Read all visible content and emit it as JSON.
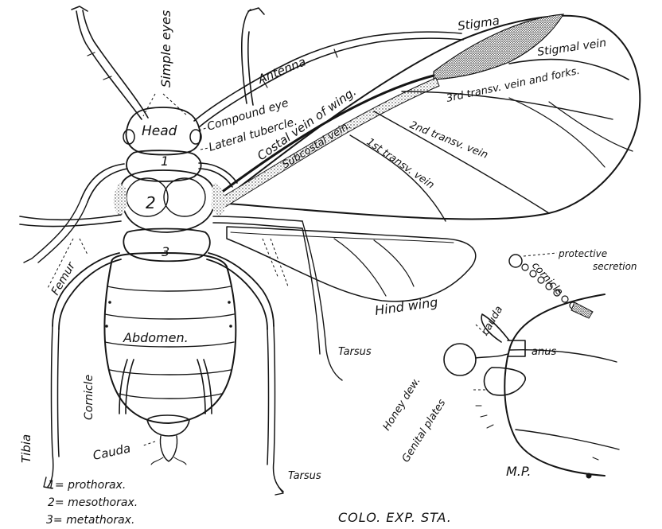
{
  "labels": {
    "simple_eyes": "Simple eyes",
    "antenna": "Antenna",
    "head": "Head",
    "compound_eye": "Compound eye",
    "lateral_tubercle": "Lateral tubercle.",
    "costal_vein": "Costal vein of wing.",
    "subcostal_vein": "Subcostal vein.",
    "stigma": "Stigma",
    "stigmal_vein": "Stigmal vein",
    "third_transv": "3rd transv. vein and forks.",
    "second_transv": "2nd transv. vein",
    "first_transv": "1st transv. vein",
    "segment_1": "1",
    "segment_2": "2",
    "segment_3": "3",
    "femur": "Femur",
    "hind_wing": "Hind wing",
    "abdomen": "Abdomen.",
    "tarsus_right": "Tarsus",
    "tarsus_bottom": "Tarsus",
    "tibia": "Tibia",
    "cornicle_body": "Cornicle",
    "cauda_body": "Cauda",
    "protective_secretion_1": "protective",
    "protective_secretion_2": "secretion",
    "cornicle_detail": "cornicle",
    "cauda_detail": "cauda",
    "anus": "anus",
    "honey_dew": "Honey dew.",
    "genital_plates": "Genital plates",
    "artist_initials": "M.P."
  },
  "legend": {
    "item_1": "1= prothorax.",
    "item_2": "2= mesothorax.",
    "item_3": "3= metathorax."
  },
  "credit": "COLO. EXP. STA.",
  "colors": {
    "ink": "#151515",
    "paper": "#ffffff"
  }
}
